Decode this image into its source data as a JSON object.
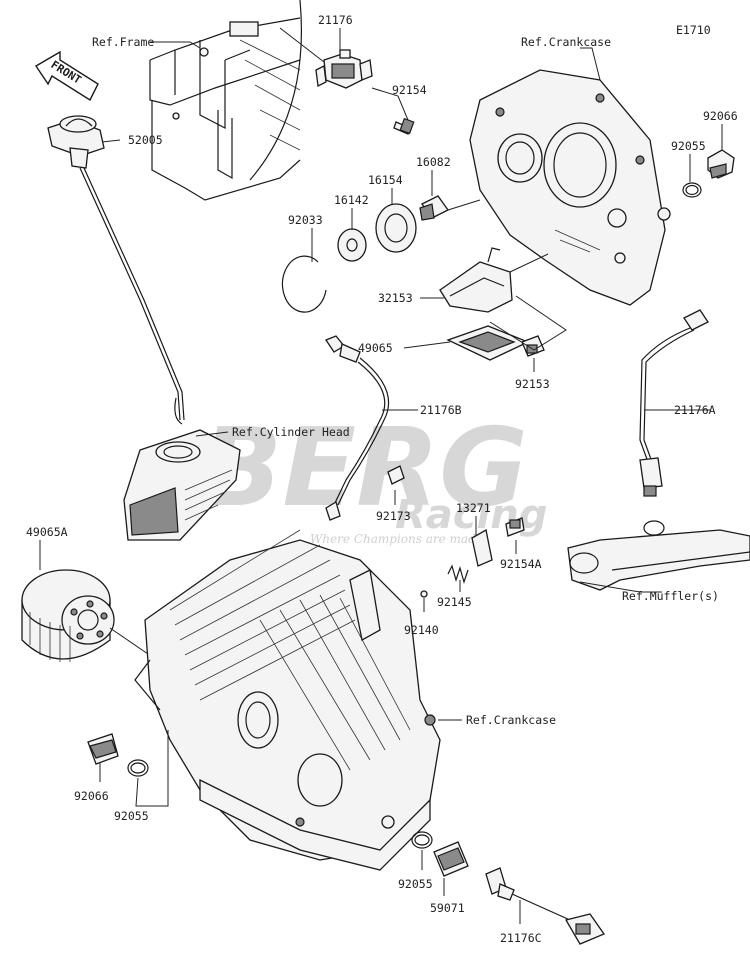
{
  "diagram_code": "E1710",
  "front_arrow_label": "FRONT",
  "watermark": {
    "main": "BERG",
    "sub": "Racing",
    "tagline": "Where Champions are made"
  },
  "labels": {
    "ref_frame": "Ref.Frame",
    "ref_crankcase_top": "Ref.Crankcase",
    "ref_cylinder_head": "Ref.Cylinder Head",
    "ref_crankcase_mid": "Ref.Crankcase",
    "ref_mufflers": "Ref.Muffler(s)",
    "p21176": "21176",
    "p92154": "92154",
    "p52005": "52005",
    "p92066_top": "92066",
    "p92055_top": "92055",
    "p16082": "16082",
    "p16154": "16154",
    "p16142": "16142",
    "p92033": "92033",
    "p32153": "32153",
    "p49065": "49065",
    "p92153": "92153",
    "p21176B": "21176B",
    "p21176A": "21176A",
    "p92173": "92173",
    "p13271": "13271",
    "p92154A": "92154A",
    "p49065A": "49065A",
    "p92145": "92145",
    "p92140": "92140",
    "p92066_bot": "92066",
    "p92055_left": "92055",
    "p92055_bot": "92055",
    "p59071": "59071",
    "p21176C": "21176C"
  }
}
